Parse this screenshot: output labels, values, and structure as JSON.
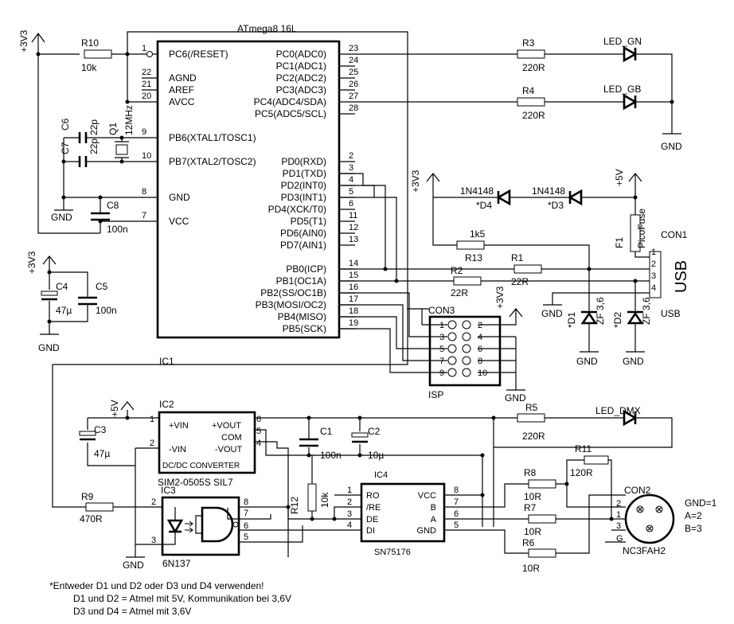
{
  "mcu": {
    "title": "ATmega8 16L",
    "left_pins": [
      {
        "num": "1",
        "name": "PC6(/RESET)"
      },
      {
        "num": "22",
        "name": "AGND"
      },
      {
        "num": "21",
        "name": "AREF"
      },
      {
        "num": "20",
        "name": "AVCC"
      },
      {
        "num": "9",
        "name": "PB6(XTAL1/TOSC1)"
      },
      {
        "num": "10",
        "name": "PB7(XTAL2/TOSC2)"
      },
      {
        "num": "8",
        "name": "GND"
      },
      {
        "num": "7",
        "name": "VCC"
      }
    ],
    "right_pins": [
      {
        "num": "23",
        "name": "PC0(ADC0)"
      },
      {
        "num": "24",
        "name": "PC1(ADC1)"
      },
      {
        "num": "25",
        "name": "PC2(ADC2)"
      },
      {
        "num": "26",
        "name": "PC3(ADC3)"
      },
      {
        "num": "27",
        "name": "PC4(ADC4/SDA)"
      },
      {
        "num": "28",
        "name": "PC5(ADC5/SCL)"
      },
      {
        "num": "2",
        "name": "PD0(RXD)"
      },
      {
        "num": "3",
        "name": "PD1(TXD)"
      },
      {
        "num": "4",
        "name": "PD2(INT0)"
      },
      {
        "num": "5",
        "name": "PD3(INT1)"
      },
      {
        "num": "6",
        "name": "PD4(XCK/T0)"
      },
      {
        "num": "11",
        "name": "PD5(T1)"
      },
      {
        "num": "12",
        "name": "PD6(AIN0)"
      },
      {
        "num": "13",
        "name": "PD7(AIN1)"
      },
      {
        "num": "14",
        "name": "PB0(ICP)"
      },
      {
        "num": "15",
        "name": "PB1(OC1A)"
      },
      {
        "num": "16",
        "name": "PB2(SS/OC1B)"
      },
      {
        "num": "17",
        "name": "PB3(MOSI/OC2)"
      },
      {
        "num": "18",
        "name": "PB4(MISO)"
      },
      {
        "num": "19",
        "name": "PB5(SCK)"
      }
    ],
    "ic_label": "IC1"
  },
  "power": {
    "v33": "+3V3",
    "v5": "+5V",
    "gnd": "GND"
  },
  "parts": {
    "r10": {
      "name": "R10",
      "value": "10k"
    },
    "r3": {
      "name": "R3",
      "value": "220R"
    },
    "r4": {
      "name": "R4",
      "value": "220R"
    },
    "led_gn": "LED_GN",
    "led_gb": "LED_GB",
    "c6": {
      "name": "C6",
      "value": "22p"
    },
    "c7": {
      "name": "C7",
      "value": "22p"
    },
    "q1": {
      "name": "Q1",
      "value": "12MHz"
    },
    "c8": {
      "name": "C8",
      "value": "100n"
    },
    "c4": {
      "name": "C4",
      "value": "47µ"
    },
    "c5": {
      "name": "C5",
      "value": "100n"
    },
    "d4": {
      "name": "1N4148",
      "ref": "*D4"
    },
    "d3": {
      "name": "1N4148",
      "ref": "*D3"
    },
    "f1": {
      "name": "F1",
      "value": "PicoFuse"
    },
    "r13": {
      "name": "R13",
      "value": "1k5"
    },
    "r1": {
      "name": "R1",
      "value": "22R"
    },
    "r2": {
      "name": "R2",
      "value": "22R"
    },
    "d1": {
      "ref": "*D1",
      "value": "ZF 3,6"
    },
    "d2": {
      "ref": "*D2",
      "value": "ZF 3,6"
    },
    "con1": {
      "name": "CON1",
      "label": "USB",
      "sub": "USB",
      "pins": [
        "1",
        "2",
        "3",
        "4"
      ]
    },
    "con3": {
      "name": "CON3",
      "sub": "ISP",
      "left": [
        "1",
        "3",
        "5",
        "7",
        "9"
      ],
      "right": [
        "2",
        "4",
        "6",
        "8",
        "10"
      ]
    },
    "ic2": {
      "name": "IC2",
      "title": "DC/DC CONVERTER",
      "sub": "SIM2-0505S SIL7",
      "pin_vin": "+VIN",
      "pin_mvin": "-VIN",
      "pin_vout": "+VOUT",
      "pin_com": "COM",
      "pin_mvout": "-VOUT",
      "nums": [
        "1",
        "2",
        "6",
        "5",
        "4"
      ]
    },
    "c3": {
      "name": "C3",
      "value": "47µ"
    },
    "c1": {
      "name": "C1",
      "value": "100n"
    },
    "c2": {
      "name": "C2",
      "value": "10µ"
    },
    "r5": {
      "name": "R5",
      "value": "220R"
    },
    "led_dmx": "LED_DMX",
    "r11": {
      "name": "R11",
      "value": "120R"
    },
    "r9": {
      "name": "R9",
      "value": "470R"
    },
    "ic3": {
      "name": "IC3",
      "sub": "6N137",
      "nums": [
        "2",
        "3",
        "8",
        "7",
        "6",
        "5"
      ]
    },
    "r12": {
      "name": "R12",
      "value": "10k"
    },
    "ic4": {
      "name": "IC4",
      "sub": "SN75176",
      "left": [
        {
          "num": "1",
          "name": "RO"
        },
        {
          "num": "2",
          "name": "/RE"
        },
        {
          "num": "3",
          "name": "DE"
        },
        {
          "num": "4",
          "name": "DI"
        }
      ],
      "right": [
        {
          "num": "8",
          "name": "VCC"
        },
        {
          "num": "7",
          "name": "B"
        },
        {
          "num": "6",
          "name": "A"
        },
        {
          "num": "5",
          "name": "GND"
        }
      ]
    },
    "r8": {
      "name": "R8",
      "value": "10R"
    },
    "r7": {
      "name": "R7",
      "value": "10R"
    },
    "r6": {
      "name": "R6",
      "value": "10R"
    },
    "con2": {
      "name": "CON2",
      "sub": "NC3FAH2",
      "pins": [
        "2",
        "1",
        "3",
        "G"
      ]
    }
  },
  "legend": [
    "GND=1",
    "A=2",
    "B=3"
  ],
  "notes": [
    "*Entweder D1 und D2 oder D3 und D4 verwenden!",
    "D1 und D2 = Atmel mit 5V, Kommunikation bei 3,6V",
    "D3 und D4 = Atmel mit 3,6V"
  ]
}
